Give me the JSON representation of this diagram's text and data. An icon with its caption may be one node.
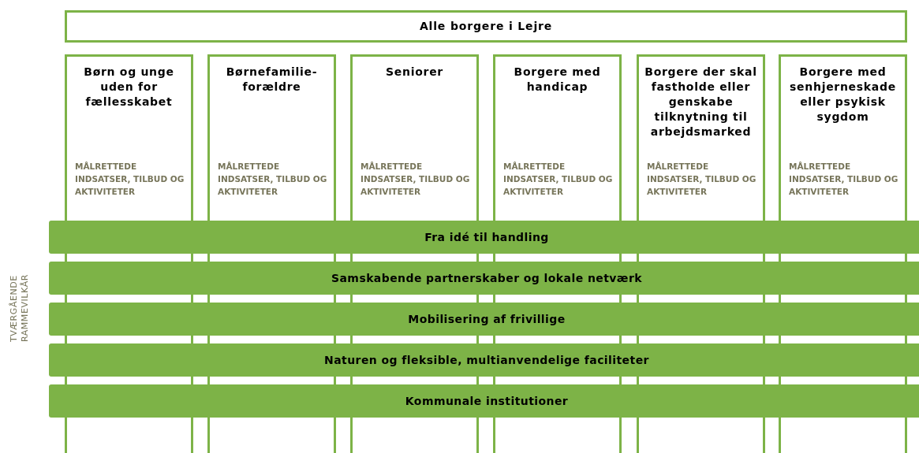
{
  "diagram": {
    "nodes": [
      {
        "text": [
          "Alle borgere i Lejre"
        ]
      },
      {
        "text": [
          "Børn og unge uden for fællesskabet",
          "MÅLRETTEDE INDSATSER, TILBUD OG AKTIVITETER"
        ]
      },
      {
        "text": [
          "Børnefamilie-forældre",
          "MÅLRETTEDE INDSATSER, TILBUD OG AKTIVITETER"
        ]
      },
      {
        "text": [
          "Seniorer",
          "MÅLRETTEDE INDSATSER, TILBUD OG AKTIVITETER"
        ]
      },
      {
        "text": [
          "Borgere med handicap",
          "MÅLRETTEDE INDSATSER, TILBUD OG AKTIVITETER"
        ]
      },
      {
        "text": [
          "Borgere der skal fastholde eller genskabe tilknytning til arbejdsmarked",
          "MÅLRETTEDE INDSATSER, TILBUD OG AKTIVITETER"
        ]
      },
      {
        "text": [
          "Borgere med senhjerneskade eller psykisk sygdom",
          "MÅLRETTEDE INDSATSER, TILBUD OG AKTIVITETER"
        ]
      },
      {
        "text": [
          "Fra idé til handling"
        ]
      },
      {
        "text": [
          "Samskabende partnerskaber og lokale netværk"
        ]
      },
      {
        "text": [
          "Mobilisering af frivillige"
        ]
      },
      {
        "text": [
          "Naturen og fleksible, multianvendelige faciliteter"
        ]
      },
      {
        "text": [
          "Kommunale institutioner"
        ]
      }
    ],
    "labels": [
      "TVÆRGÅENDE RAMMEVILKÅR"
    ]
  }
}
